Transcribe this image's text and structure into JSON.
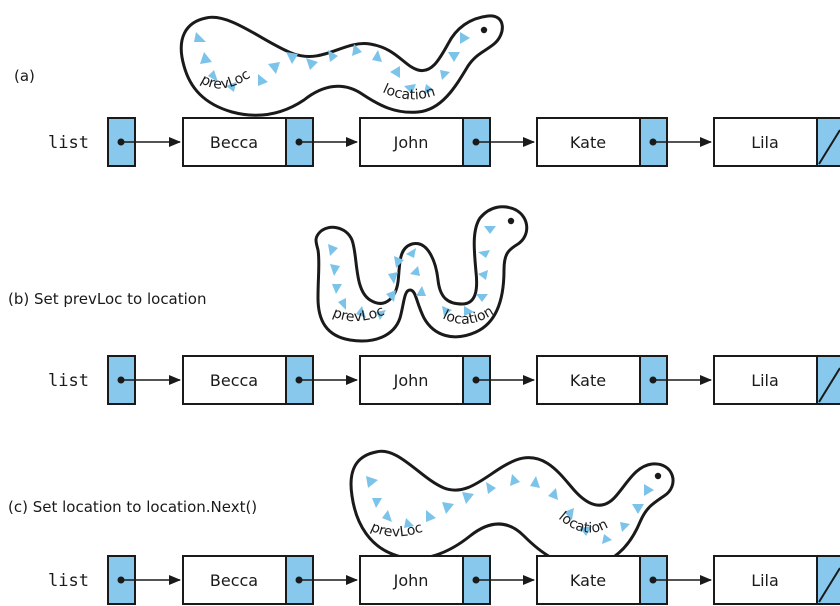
{
  "panels": [
    {
      "caption": "(a)",
      "head_label": "list",
      "nodes": [
        "Becca",
        "John",
        "Kate",
        "Lila"
      ],
      "worm_labels": {
        "prev": "prevLoc",
        "loc": "location"
      }
    },
    {
      "caption": "(b) Set prevLoc to location",
      "head_label": "list",
      "nodes": [
        "Becca",
        "John",
        "Kate",
        "Lila"
      ],
      "worm_labels": {
        "prev": "prevLoc",
        "loc": "location"
      }
    },
    {
      "caption": "(c) Set location to location.Next()",
      "head_label": "list",
      "nodes": [
        "Becca",
        "John",
        "Kate",
        "Lila"
      ],
      "worm_labels": {
        "prev": "prevLoc",
        "loc": "location"
      }
    }
  ],
  "colors": {
    "pointer_cell": "#87c8ec",
    "stroke": "#1a1a1a",
    "teeth": "#7cc3ea"
  }
}
